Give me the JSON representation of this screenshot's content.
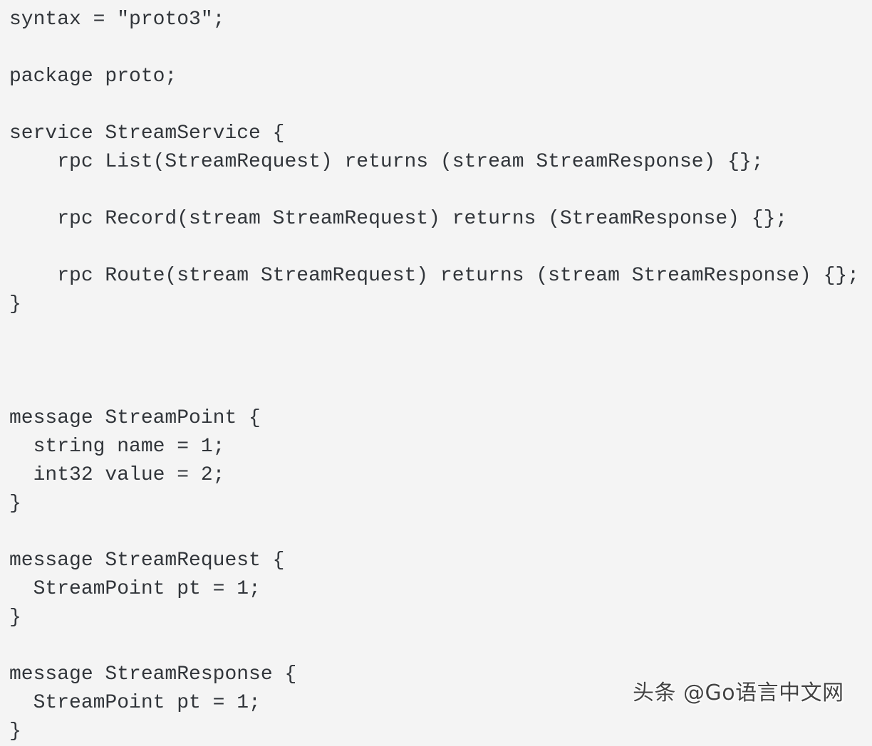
{
  "document": {
    "kind": "protobuf-source-listing",
    "language": "protobuf",
    "background_color": "#f4f4f4",
    "text_color": "#31353a",
    "filename_hint": "stream.proto"
  },
  "code": {
    "lines": [
      "syntax = \"proto3\";",
      "",
      "package proto;",
      "",
      "service StreamService {",
      "    rpc List(StreamRequest) returns (stream StreamResponse) {};",
      "",
      "    rpc Record(stream StreamRequest) returns (StreamResponse) {};",
      "",
      "    rpc Route(stream StreamRequest) returns (stream StreamResponse) {};",
      "}",
      "",
      "",
      "",
      "message StreamPoint {",
      "  string name = 1;",
      "  int32 value = 2;",
      "}",
      "",
      "message StreamRequest {",
      "  StreamPoint pt = 1;",
      "}",
      "",
      "message StreamResponse {",
      "  StreamPoint pt = 1;",
      "}"
    ]
  },
  "watermark": {
    "text": "头条 @Go语言中文网",
    "color": "#1a1a1a"
  }
}
